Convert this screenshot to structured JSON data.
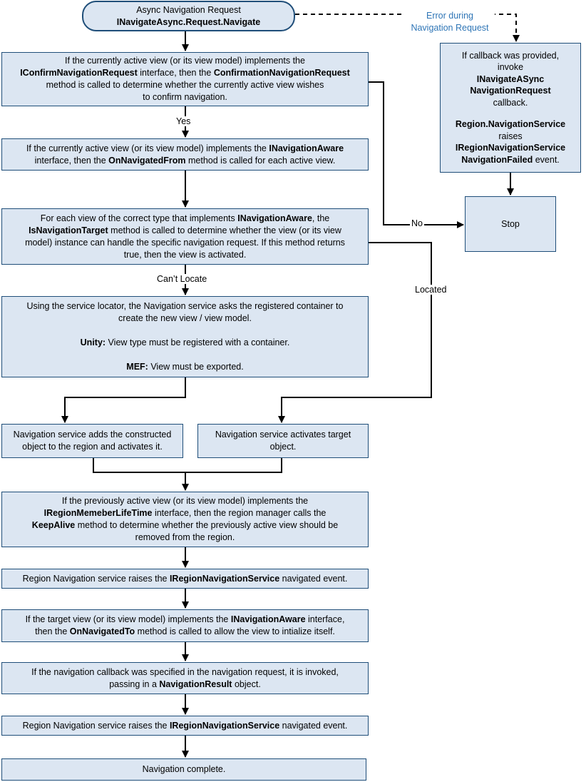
{
  "start": {
    "line1": "Async Navigation Request",
    "line2": "INavigateAsync.Request.Navigate"
  },
  "confirm": {
    "l1": "If the currently active view (or its view model) implements the",
    "l2a": "IConfirmNavigationRequest",
    "l2b": " interface, then the ",
    "l2c": "ConfirmationNavigationRequest",
    "l3": "method is called to determine whether the currently active view wishes",
    "l4": "to confirm navigation."
  },
  "navfrom": {
    "l1a": "If the currently active view (or its view model) implements the ",
    "l1b": "INavigationAware",
    "l2a": "interface, then the ",
    "l2b": "OnNavigatedFrom",
    "l2c": " method is called for each active view."
  },
  "target": {
    "l1a": "For each view of the correct type that implements ",
    "l1b": "INavigationAware",
    "l1c": ", the",
    "l2a": "IsNavigationTarget",
    "l2b": " method is called to determine whether the view (or its view",
    "l3": "model) instance can handle the specific navigation request. If this method returns",
    "l4": "true, then the view is activated."
  },
  "locator": {
    "l1": "Using the service locator, the Navigation service asks the registered container to",
    "l2": "create the new view / view model.",
    "l3a": "Unity:",
    "l3b": "  View type must be registered with a container.",
    "l4a": "MEF:",
    "l4b": " View must be exported."
  },
  "adds": {
    "l1": "Navigation service adds the constructed",
    "l2": "object to the region and activates it."
  },
  "activates": {
    "l1": "Navigation service activates target",
    "l2": "object."
  },
  "keepalive": {
    "l1": "If the previously active view (or its view model) implements the",
    "l2a": "IRegionMemeberLifeTime",
    "l2b": " interface, then the region manager calls the",
    "l3a": "KeepAlive",
    "l3b": " method to determine whether the previously active view should be",
    "l4": "removed from the region."
  },
  "raise1": {
    "a": "Region Navigation service raises the ",
    "b": "IRegionNavigationService",
    "c": " navigated event."
  },
  "navto": {
    "l1a": "If the target view (or its view model) implements the ",
    "l1b": "INavigationAware",
    "l1c": " interface,",
    "l2a": "then the ",
    "l2b": "OnNavigatedTo",
    "l2c": " method is called to allow the view to intialize itself."
  },
  "callback": {
    "l1": "If the navigation callback was specified in the navigation request, it is invoked,",
    "l2a": "passing in a ",
    "l2b": "NavigationResult",
    "l2c": " object."
  },
  "raise2": {
    "a": "Region Navigation service raises the ",
    "b": "IRegionNavigationService",
    "c": " navigated event."
  },
  "complete": {
    "text": "Navigation complete."
  },
  "failed": {
    "l1": "If callback was provided,",
    "l2": "invoke",
    "l3": "INavigateASync",
    "l4": "NavigationRequest",
    "l5": "callback.",
    "l6": "Region.NavigationService",
    "l7": "raises",
    "l8": "IRegionNavigationService",
    "l9": "NavigationFailed",
    "l9b": " event."
  },
  "stop": {
    "text": "Stop"
  },
  "labels": {
    "yes": "Yes",
    "no": "No",
    "cant_locate": "Can’t Locate",
    "located": "Located",
    "error1": "Error during",
    "error2": "Navigation Request"
  },
  "colors": {
    "box_fill": "#dce6f2",
    "box_border": "#1f4e79",
    "error_text": "#2e75b6"
  }
}
